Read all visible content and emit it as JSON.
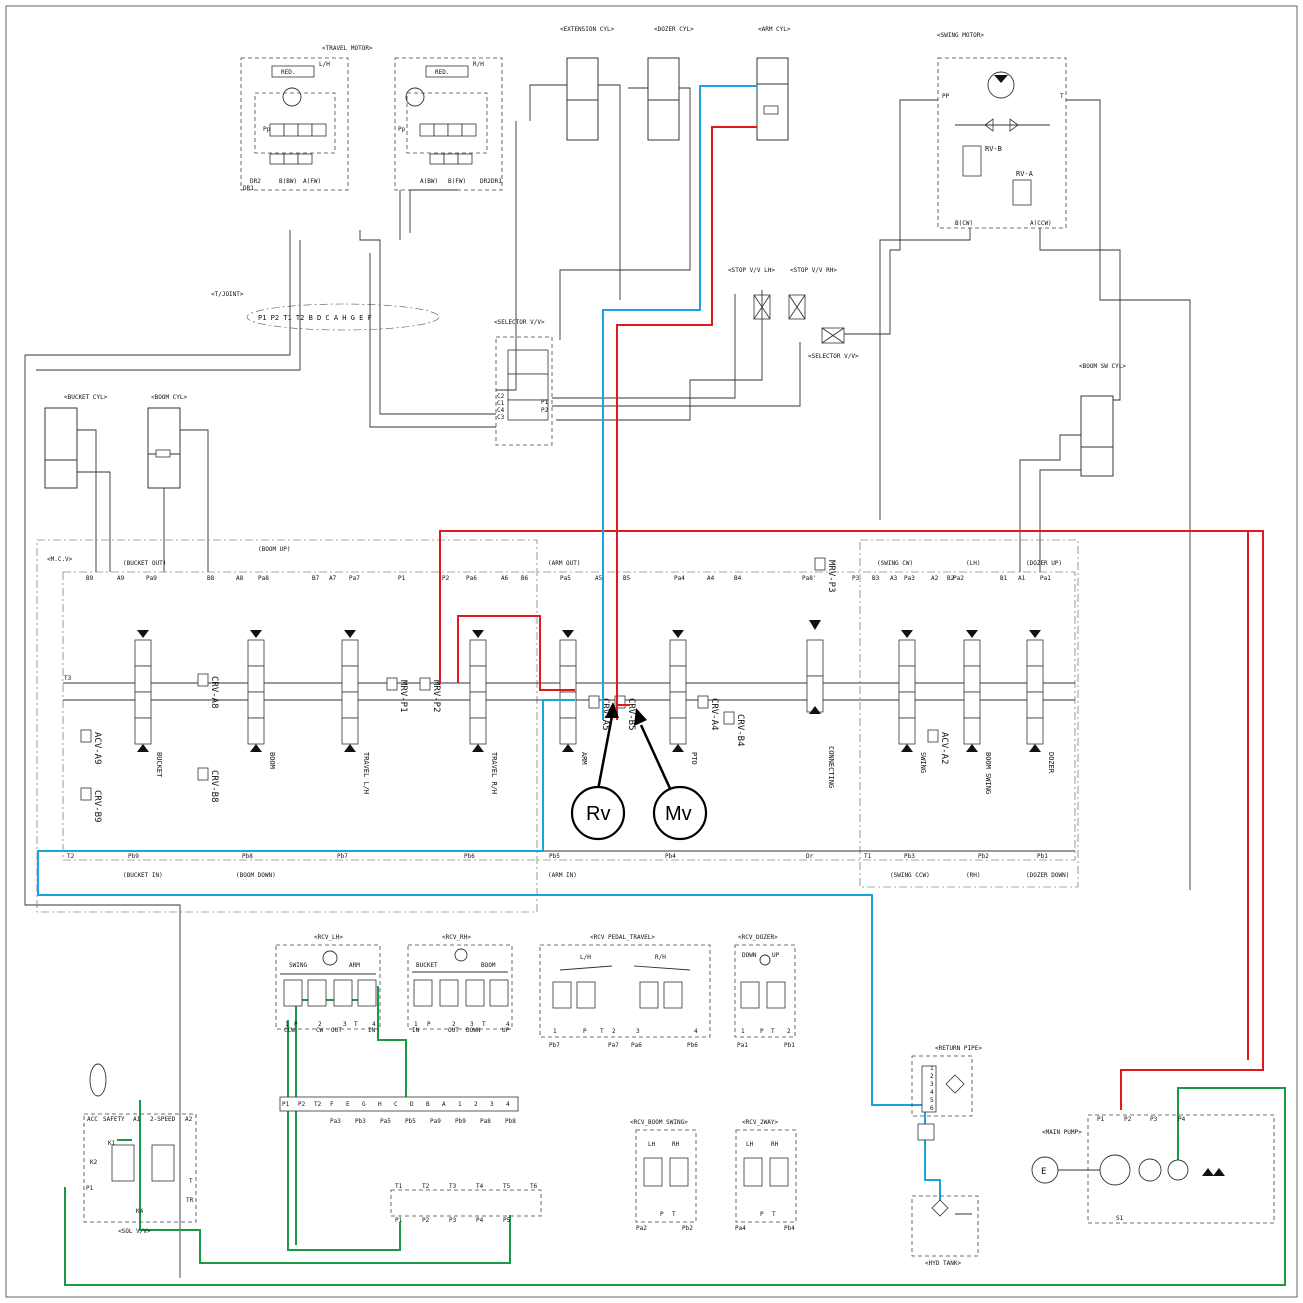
{
  "components": {
    "travel_motor": "<TRAVEL MOTOR>",
    "travel_motor_left": {
      "red": "RED.",
      "side": "L/H",
      "ports": [
        "Pp",
        "B(BW)",
        "A(FW)",
        "DR2",
        "DR1"
      ]
    },
    "travel_motor_right": {
      "red": "RED.",
      "side": "R/H",
      "ports": [
        "Pp",
        "A(BW)",
        "B(FW)",
        "DR2",
        "DR1"
      ]
    },
    "extension_cyl": "<EXTENSION CYL>",
    "dozer_cyl": "<DOZER CYL>",
    "arm_cyl": "<ARM CYL>",
    "swing_motor": "<SWING MOTOR>",
    "swing_motor_detail": {
      "pp": "PP",
      "t": "T",
      "rv_b": "RV-B",
      "rv_a": "RV-A",
      "b_cw": "B(CW)",
      "a_ccw": "A(CCW)"
    },
    "t_joint": "<T/JOINT>",
    "t_joint_ports": "P1 P2 T1 T2 B D C A H G E F",
    "selector_vv_top": "<SELECTOR V/V>",
    "selector_vv_ports": [
      "C2",
      "C1",
      "C4",
      "C3",
      "P1",
      "P2"
    ],
    "stop_vv_lh": "<STOP V/V LH>",
    "stop_vv_rh": "<STOP V/V RH>",
    "selector_vv_right": "<SELECTOR V/V>",
    "bucket_cyl": "<BUCKET CYL>",
    "boom_cyl": "<BOOM CYL>",
    "boom_sw_cyl": "<BOOM SW CYL>",
    "mcv": "<M.C.V>",
    "rcv_lh": "<RCV_LH>",
    "rcv_rh": "<RCV_RH>",
    "rcv_pedal_travel": "<RCV PEDAL_TRAVEL>",
    "rcv_dozer": "<RCV_DOZER>",
    "rcv_boom_swing": "<RCV_BOOM SWING>",
    "rcv_2way": "<RCV_2WAY>",
    "return_pipe": "<RETURN PIPE>",
    "main_pump": "<MAIN PUMP>",
    "hyd_tank": "<HYD TANK>",
    "sol_vv": "<SOL V/V>"
  },
  "mcv_top_labels": [
    "(BUCKET OUT)",
    "(BOOM UP)",
    "(ARM OUT)",
    "(SWING CW)",
    "(LH)",
    "(DOZER UP)"
  ],
  "mcv_top_ports": [
    "B9",
    "A9",
    "Pa9",
    "B8",
    "A8",
    "Pa8",
    "B7",
    "A7",
    "Pa7",
    "P1",
    "P2",
    "Pa6",
    "A6",
    "B6",
    "Pa5",
    "A5",
    "B5",
    "Pa4",
    "A4",
    "B4",
    "Pa8'",
    "P3",
    "B3",
    "A3",
    "Pa3",
    "A2",
    "Pa2",
    "B2",
    "A1",
    "Pa1",
    "B1"
  ],
  "mcv_bottom_ports": [
    "T2",
    "Pb9",
    "Pb8",
    "Pb7",
    "Pb6",
    "Pb5",
    "Pb4",
    "Dr",
    "T1",
    "Pb3",
    "Pb2",
    "Pb1"
  ],
  "mcv_bottom_labels": [
    "(BUCKET IN)",
    "(BOOM DOWN)",
    "(ARM IN)",
    "(SWING CCW)",
    "(RH)",
    "(DOZER DOWN)"
  ],
  "t3_label": "T3",
  "spools": [
    "BUCKET",
    "BOOM",
    "TRAVEL L/H",
    "TRAVEL R/H",
    "ARM",
    "PTO",
    "CONNECTING",
    "SWING",
    "BOOM SWING",
    "DOZER"
  ],
  "valves": [
    "ACV-A9",
    "CRV-B9",
    "CRV-A8",
    "CRV-B8",
    "MRV-P1",
    "MRV-P2",
    "CRV-A5",
    "CRV-B5",
    "CRV-A4",
    "CRV-B4",
    "MRV-P3",
    "ACV-A2"
  ],
  "callouts": {
    "rv": "Rv",
    "mv": "Mv"
  },
  "rcv_lh_detail": {
    "left": "SWING",
    "right": "ARM",
    "ports": [
      "CCW",
      "P",
      "CW",
      "OUT",
      "T",
      "IN"
    ],
    "nums": [
      "1",
      "2",
      "3",
      "4"
    ]
  },
  "rcv_rh_detail": {
    "left": "BUCKET",
    "right": "BOOM",
    "ports": [
      "IN",
      "P",
      "OUT",
      "DOWN",
      "T",
      "UP"
    ],
    "nums": [
      "1",
      "2",
      "3",
      "4"
    ]
  },
  "pedal_detail": {
    "left": "L/H",
    "right": "R/H",
    "ports": [
      "Pb7",
      "P",
      "T",
      "Pa7",
      "Pa6",
      "Pb6"
    ],
    "nums": [
      "1",
      "2",
      "3",
      "4"
    ]
  },
  "dozer_detail": {
    "down": "DOWN",
    "up": "UP",
    "ports": [
      "Pa1",
      "P",
      "T",
      "Pb1"
    ],
    "nums": [
      "1",
      "2"
    ]
  },
  "boom_swing_detail": {
    "lh": "LH",
    "rh": "RH",
    "ports": [
      "Pa2",
      "P",
      "T",
      "Pb2"
    ]
  },
  "twoway_detail": {
    "lh": "LH",
    "rh": "RH",
    "ports": [
      "Pa4",
      "P",
      "T",
      "Pb4"
    ]
  },
  "manifold_top_ports": [
    "P1",
    "P2",
    "T2",
    "F",
    "E",
    "G",
    "H",
    "C",
    "D",
    "B",
    "A",
    "1",
    "2",
    "3",
    "4"
  ],
  "manifold_bottom_ports": [
    "Pa3",
    "Pb3",
    "Pa5",
    "Pb5",
    "Pa9",
    "Pb9",
    "Pa8",
    "Pb8"
  ],
  "lower_manifold_top": [
    "T1",
    "T2",
    "T3",
    "T4",
    "T5",
    "T6"
  ],
  "lower_manifold_bottom": [
    "P1",
    "P2",
    "P3",
    "P4",
    "P5"
  ],
  "sol_detail": {
    "acc": "ACC",
    "safety": "SAFETY",
    "a1": "A1",
    "two_speed": "2-SPEED",
    "a2": "A2",
    "k1": "K1",
    "k2": "K2",
    "k4": "K4",
    "p1": "P1",
    "t": "T",
    "tr": "TR"
  },
  "pump_detail": {
    "ports": [
      "P1",
      "P2",
      "P3",
      "P4",
      "S1"
    ],
    "motor": "E"
  },
  "return_pipe_ports": [
    "1",
    "2",
    "3",
    "4",
    "5",
    "6"
  ],
  "colors": {
    "pressure": "#e0191e",
    "return": "#1aa3e0",
    "pilot": "#1a9a45",
    "line": "#333333"
  }
}
